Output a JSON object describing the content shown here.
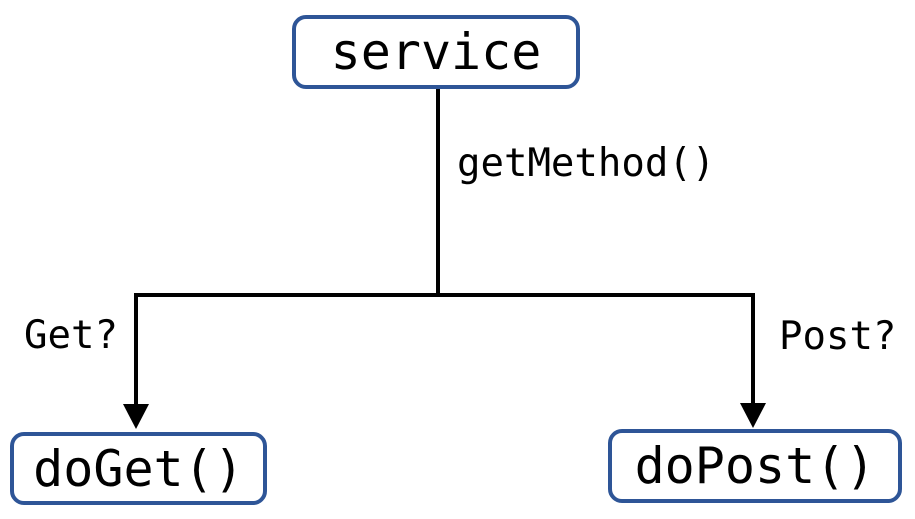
{
  "diagram": {
    "nodes": {
      "root": {
        "label": "service"
      },
      "left": {
        "label": "doGet()"
      },
      "right": {
        "label": "doPost()"
      }
    },
    "edges": {
      "stem_label": "getMethod()",
      "left_condition": "Get?",
      "right_condition": "Post?"
    },
    "colors": {
      "node_border": "#2E5597",
      "text": "#000000",
      "connector": "#000000",
      "background": "#FFFFFF"
    }
  }
}
